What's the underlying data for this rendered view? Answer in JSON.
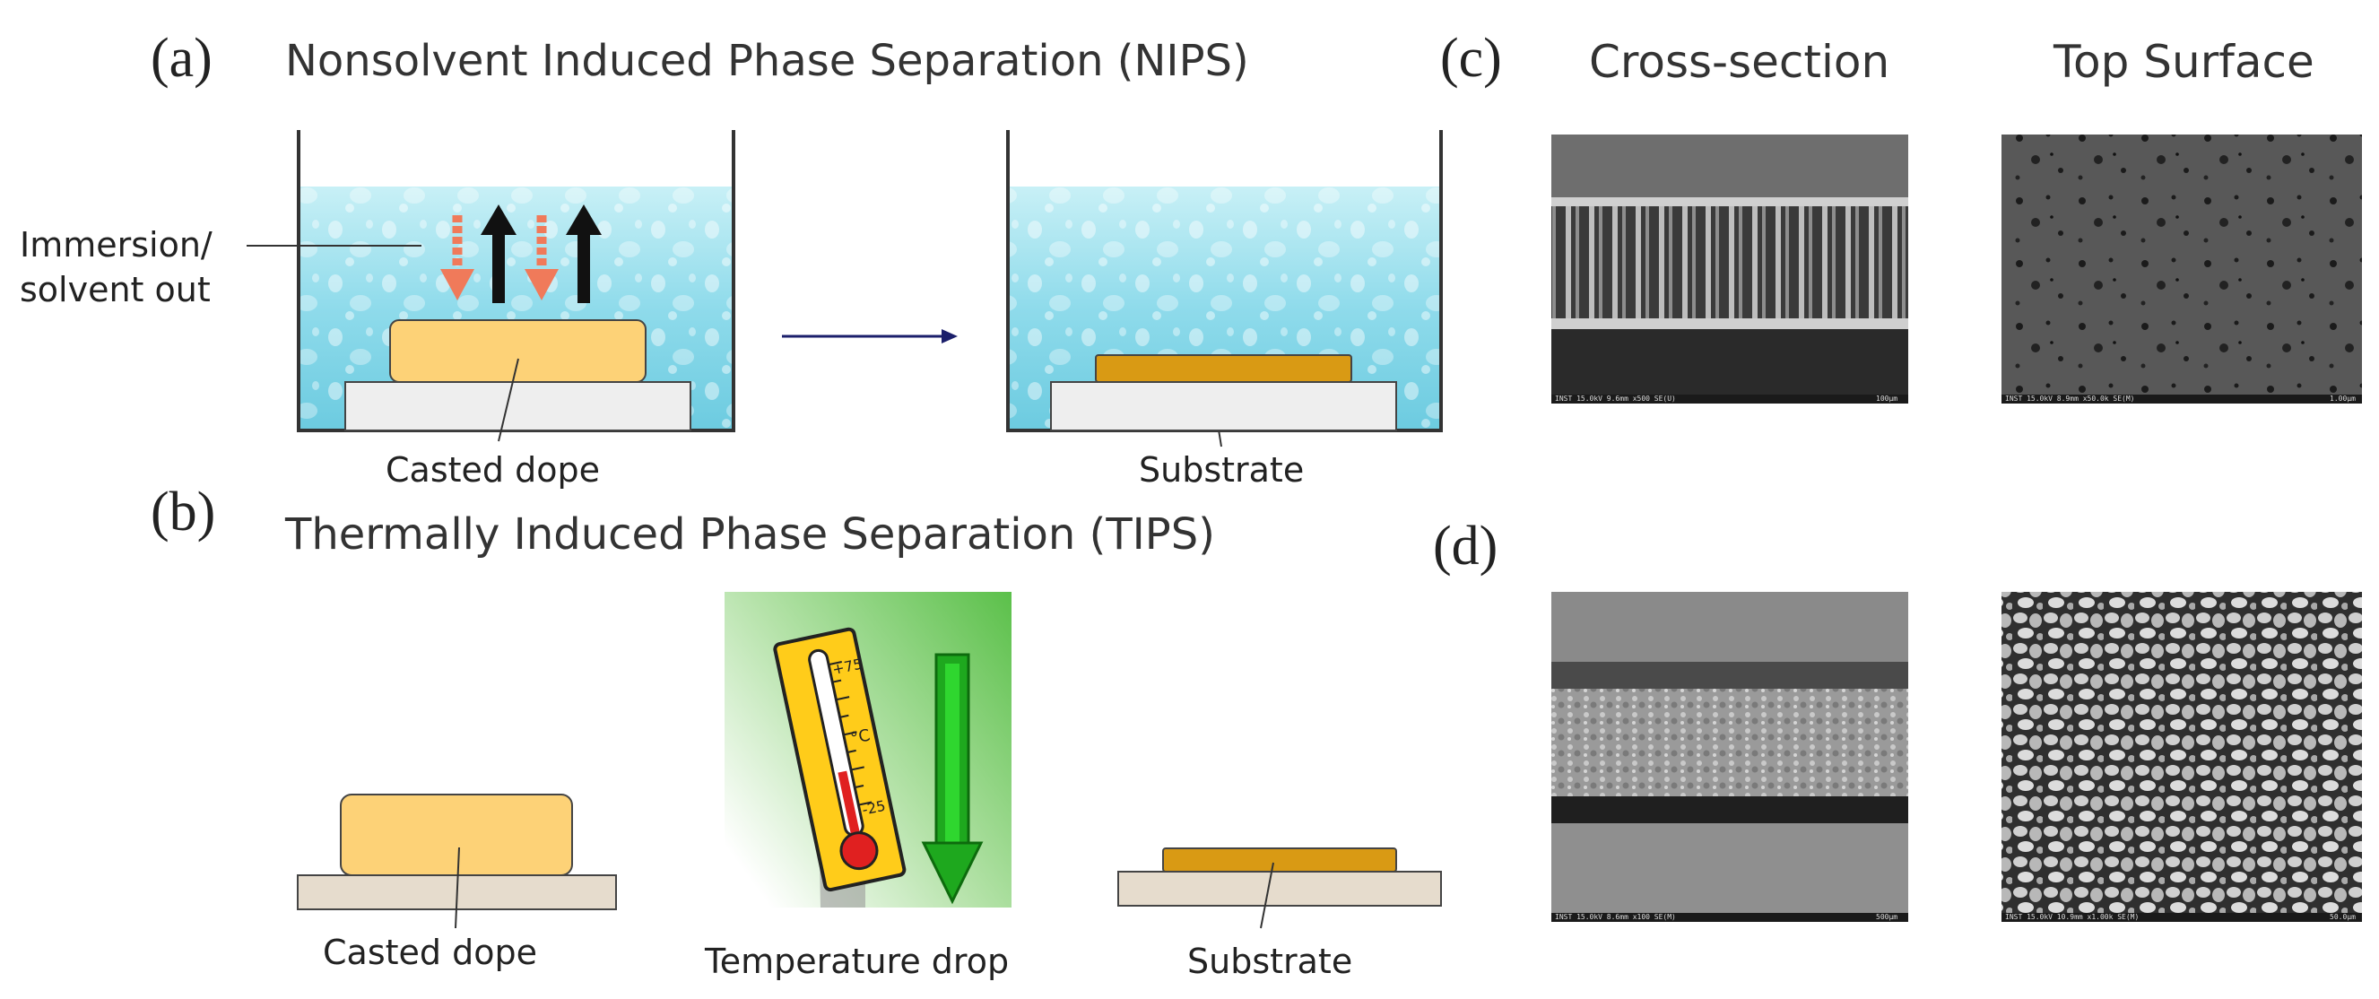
{
  "panels": {
    "a": {
      "letter": "(a)",
      "title": "Nonsolvent Induced Phase Separation (NIPS)",
      "label_immersion": "Immersion/\nsolvent out",
      "label_casted": "Casted dope",
      "label_substrate": "Substrate"
    },
    "b": {
      "letter": "(b)",
      "title": "Thermally Induced Phase Separation (TIPS)",
      "label_casted": "Casted dope",
      "label_temperature": "Temperature drop",
      "label_substrate": "Substrate",
      "thermo_high": "+75",
      "thermo_unit": "°C",
      "thermo_low": "-25"
    },
    "c": {
      "letter": "(c)"
    },
    "d": {
      "letter": "(d)"
    }
  },
  "columns": {
    "cross_section": "Cross-section",
    "top_surface": "Top Surface"
  },
  "sem_captions": {
    "c_cross_left": "INST 15.0kV 9.6mm x500 SE(U)",
    "c_cross_right": "100μm",
    "c_top_left": "INST 15.0kV 8.9mm x50.0k SE(M)",
    "c_top_right": "1.00μm",
    "d_cross_left": "INST 15.0kV 8.6mm x100 SE(M)",
    "d_cross_right": "500μm",
    "d_top_left": "INST 15.0kV 10.9mm x1.00k SE(M)",
    "d_top_right": "50.0μm"
  },
  "colors": {
    "water": "#7fd3e6",
    "dope_light": "#fdd277",
    "dope_dark": "#d99a14",
    "substrate": "#eeeeee",
    "substrate_b": "#e6dccd",
    "arrow_red": "#f07a5a",
    "arrow_black": "#111111",
    "process_arrow": "#1b1f6b",
    "green": "#36c236"
  }
}
